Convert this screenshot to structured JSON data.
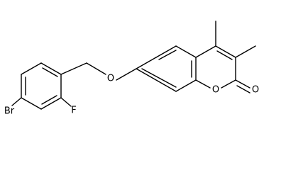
{
  "structure": {
    "atoms": {
      "bromine": "Br",
      "fluorine": "F",
      "ether_oxygen": "O",
      "ring_oxygen": "O",
      "carbonyl_oxygen": "O"
    }
  }
}
